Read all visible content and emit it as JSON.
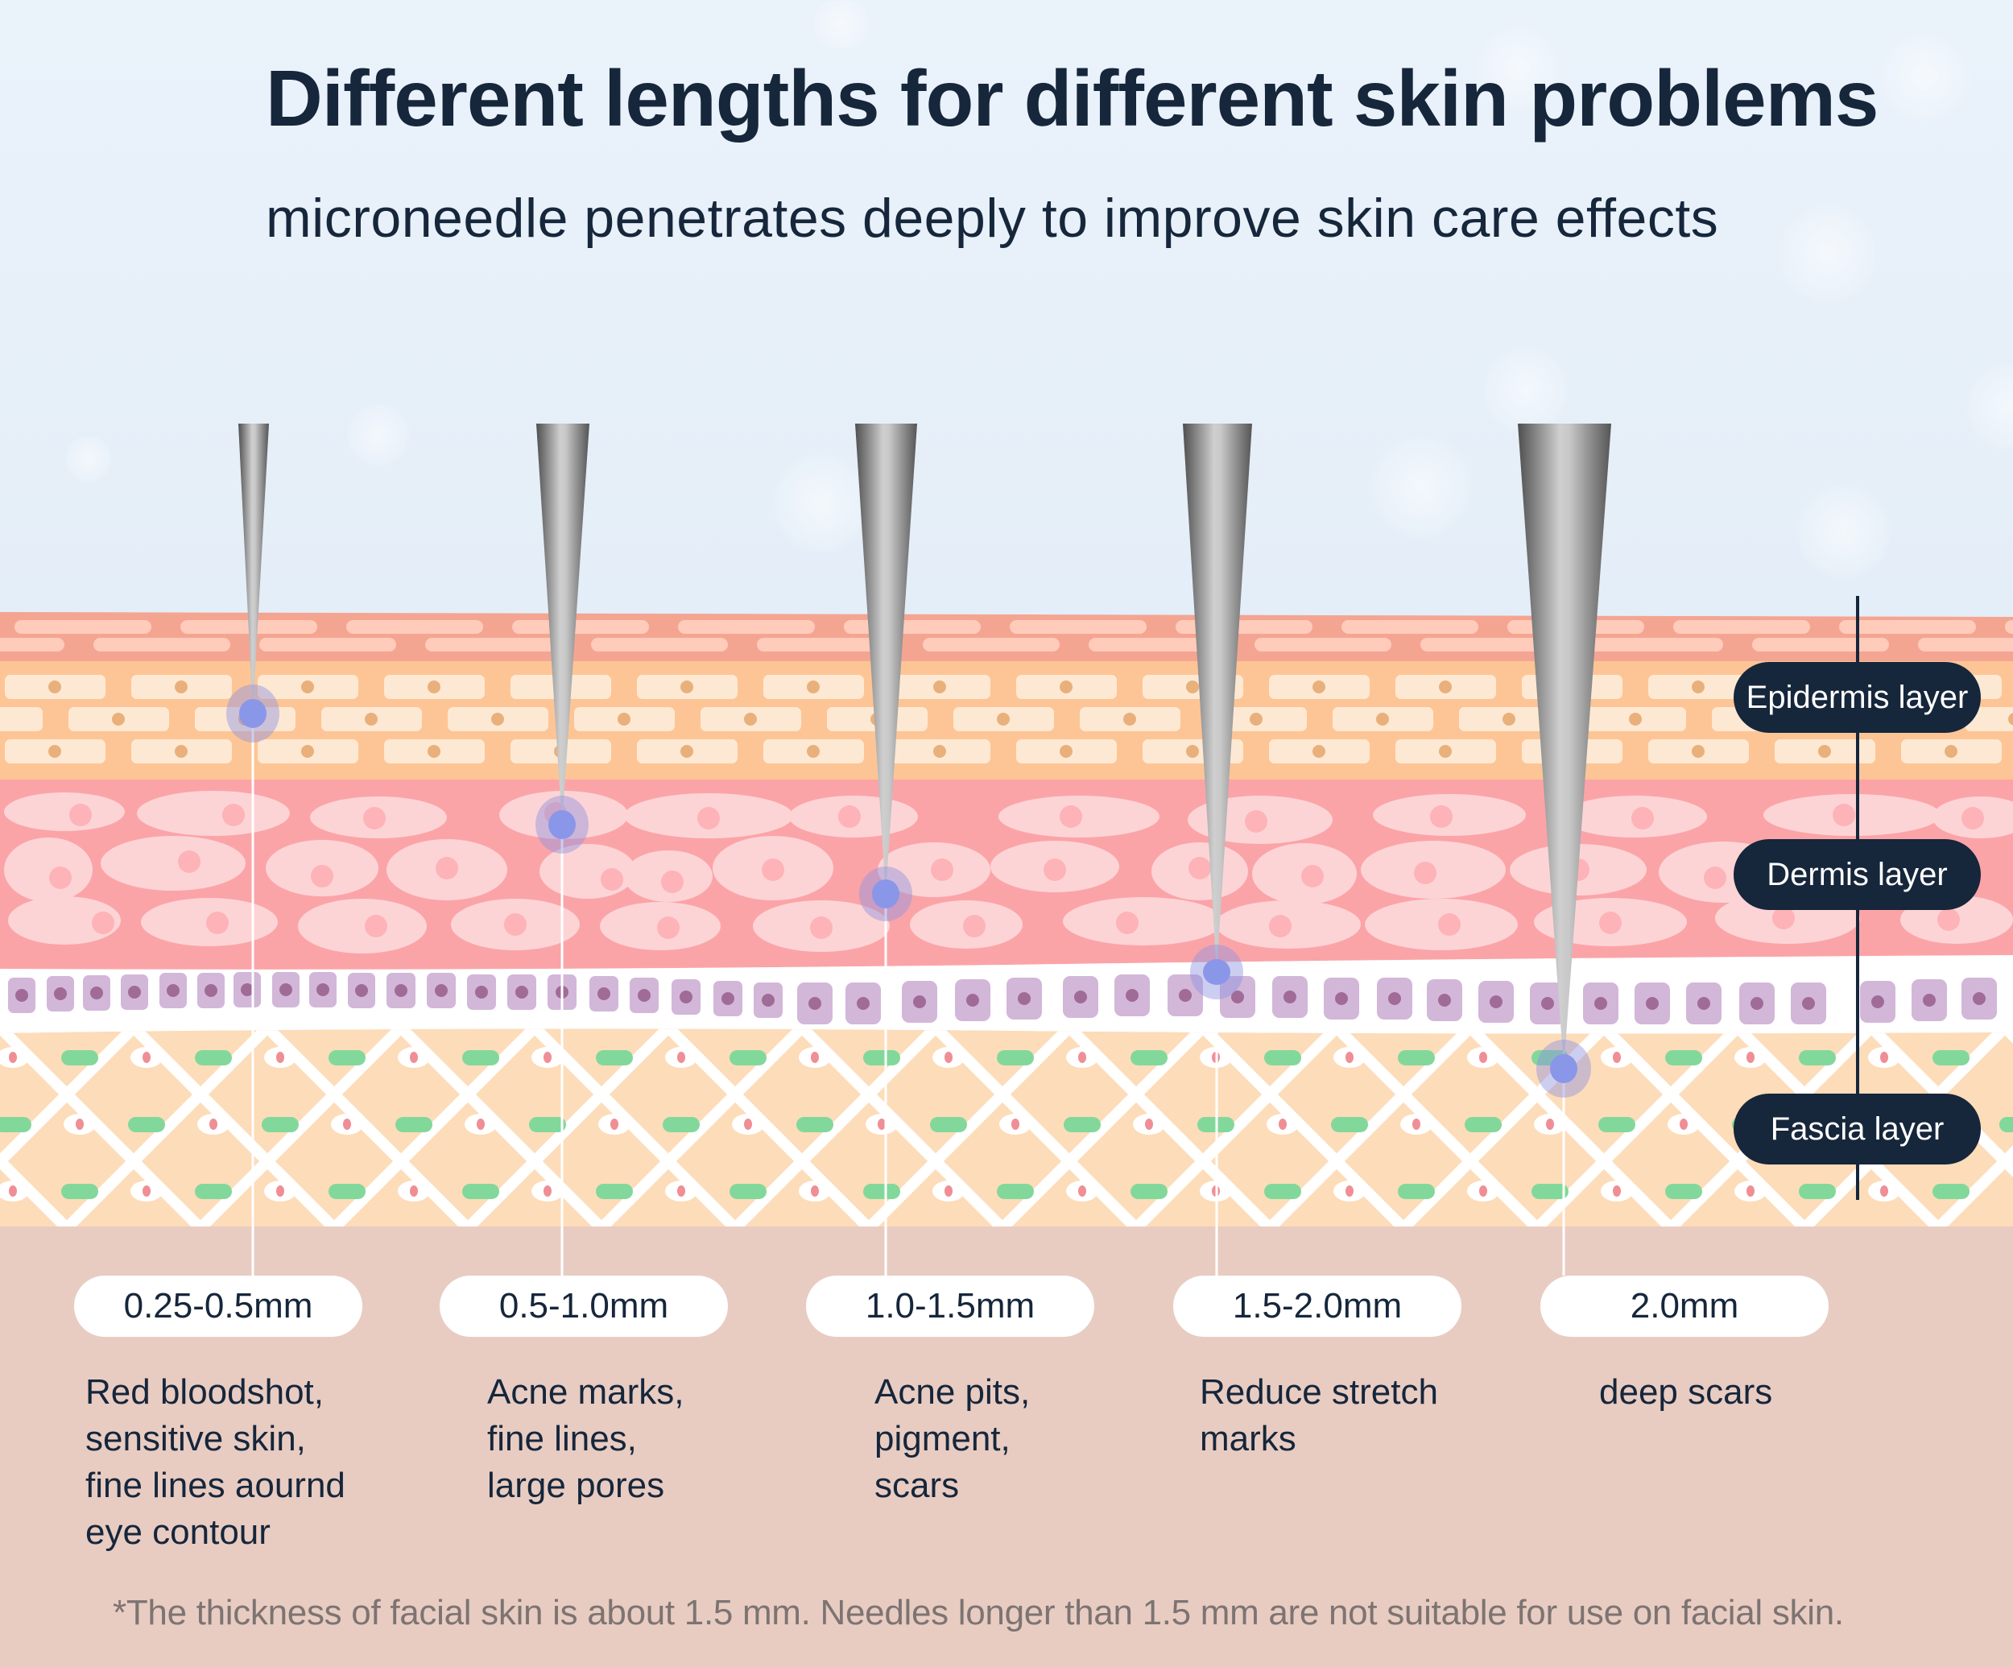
{
  "header": {
    "title": "Different lengths for different skin problems",
    "subtitle": "microneedle penetrates deeply to improve skin care effects"
  },
  "layers": [
    {
      "label": "Epidermis layer",
      "color": "#fdc596"
    },
    {
      "label": "Dermis layer",
      "color": "#fba4a8"
    },
    {
      "label": "Fascia layer",
      "color": "#fddcb9"
    }
  ],
  "needles": [
    {
      "length": "0.25-0.5mm",
      "target_layer": "Epidermis layer",
      "description": [
        "Red bloodshot,",
        "sensitive skin,",
        "fine lines aournd",
        "eye contour"
      ]
    },
    {
      "length": "0.5-1.0mm",
      "target_layer": "Dermis layer",
      "description": [
        "Acne marks,",
        "fine lines,",
        "large pores"
      ]
    },
    {
      "length": "1.0-1.5mm",
      "target_layer": "Dermis layer",
      "description": [
        "Acne pits,",
        "pigment,",
        "scars"
      ]
    },
    {
      "length": "1.5-2.0mm",
      "target_layer": "Dermis layer",
      "description": [
        "Reduce stretch",
        "marks"
      ]
    },
    {
      "length": "2.0mm",
      "target_layer": "Fascia layer",
      "description": [
        "deep scars"
      ]
    }
  ],
  "footnote": "*The thickness of facial skin is about 1.5 mm. Needles longer than 1.5 mm are not suitable for use on facial skin.",
  "colors": {
    "title": "#16263b",
    "sky": "#e8f1f9",
    "stratum_corneum": "#f4a591",
    "epidermis": "#fdc596",
    "dermis": "#fba4a8",
    "basal_cells": "#d2b7d9",
    "fascia": "#fddcb9",
    "fascia_fibers": "#82d89a",
    "bottom_band": "#e8ccc2",
    "penetration_marker": "#8a96e8",
    "layer_pill": "#16263b"
  }
}
